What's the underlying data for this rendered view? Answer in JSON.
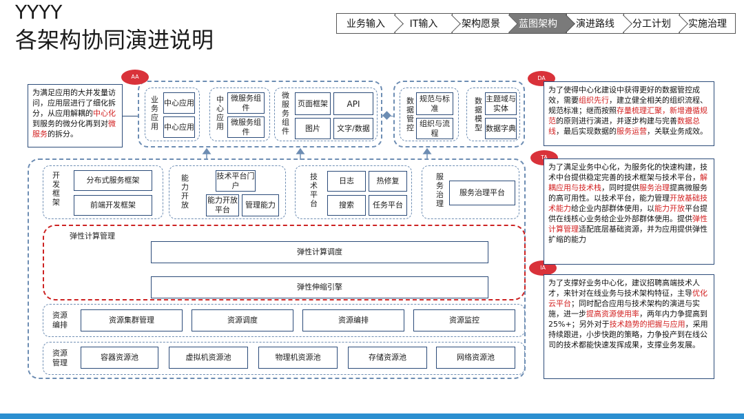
{
  "header": {
    "title_line1": "YYYY",
    "title_line2": "各架构协同演进说明"
  },
  "nav": {
    "steps": [
      "业务输入",
      "IT输入",
      "架构愿景",
      "蓝图架构",
      "演进路线",
      "分工计划",
      "实施治理"
    ],
    "active_index": 3
  },
  "left_note": [
    "为满足应用的大并发量访问，应用层进行了细化拆分，从应用解耦的",
    "中心化",
    "到服务的微分化再到对",
    "微服务",
    "的拆分。"
  ],
  "app_layer": {
    "business_app": {
      "label": "业务应用",
      "items": [
        "中心应用",
        "中心应用"
      ]
    },
    "center_app": {
      "label": "中心应用",
      "items": [
        "微服务组件",
        "微服务组件"
      ]
    },
    "microservice": {
      "label": "微服务组件",
      "items": [
        "页面框架",
        "API",
        "图片",
        "文字/数据"
      ]
    },
    "data_governance": {
      "label": "数据管控",
      "items": [
        "规范与标准",
        "组织与流程"
      ]
    },
    "data_model": {
      "label": "数据模型",
      "items": [
        "主题域与实体",
        "数据字典"
      ]
    }
  },
  "tech_layer": {
    "dev_framework": {
      "label": "开发框架",
      "items": [
        "分布式服务框架",
        "前端开发框架"
      ]
    },
    "capability": {
      "label": "能力开放",
      "items": [
        "技术平台门户",
        "能力开放平台",
        "管理能力"
      ]
    },
    "tech_platform": {
      "label": "技术平台",
      "items": [
        "日志",
        "热修复",
        "搜索",
        "任务平台"
      ]
    },
    "service_gov": {
      "label": "服务治理",
      "items": [
        "服务治理平台"
      ]
    }
  },
  "elastic": {
    "label": "弹性计算管理",
    "scheduler": "弹性计算调度",
    "scaling": "弹性伸缩引擎"
  },
  "resource_orch": {
    "label": "资源编排",
    "items": [
      "资源集群管理",
      "资源调度",
      "资源编排",
      "资源监控"
    ]
  },
  "resource_mgmt": {
    "label": "资源管理",
    "items": [
      "容器资源池",
      "虚拟机资源池",
      "物理机资源池",
      "存储资源池",
      "网络资源池"
    ]
  },
  "badges": {
    "aa": "AA",
    "da": "DA",
    "ta": "TA",
    "ia": "IA"
  },
  "da_note": [
    "为了使得中心化建设中获得更好的数据管控成效，需要",
    "组织先行",
    "，建立健全相关的组织流程、规范标准；继而按照",
    "存量梳理汇聚，新增遵循规范",
    "的原则进行演进，并逐步构建与完善",
    "数据总线",
    "，最后实现数据的",
    "服务运营",
    "，关联业务成效。"
  ],
  "ta_note": [
    "为了满足业务中心化，为服务化的快速构建，技术中台提供稳定完善的技术框架与技术平台，",
    "解耦应用与技术栈",
    "，同时提供",
    "服务治理",
    "提高微服务的高可用性。以技术平台，能力管理",
    "开放基础技术能力",
    "给企业内部群体使用，以",
    "能力开放",
    "平台提供在线核心业务给企业外部群体使用。提供",
    "弹性计算管理",
    "适配底层基础资源，并为应用提供弹性扩缩的能力"
  ],
  "ia_note": [
    "为了支撑好业务中心化，建议招聘高端技术人才，来针对在线业务与技术架构特征，主导",
    "优化云平台",
    "；同时配合应用与技术架构的演进与实施，进一步",
    "提高资源使用率",
    "，两年内力争提高到25%+；另外对于",
    "技术趋势的把握与应用",
    "，采用持续跟进，小步快跑的策略，力争投产到在线公司的技术都能快速发挥成果，支撑业务发展。"
  ],
  "colors": {
    "accent_red": "#d21f1f",
    "dashed_blue": "#6d8db3",
    "badge_red": "#d9323a",
    "footer_blue": "#2b8fd0"
  }
}
